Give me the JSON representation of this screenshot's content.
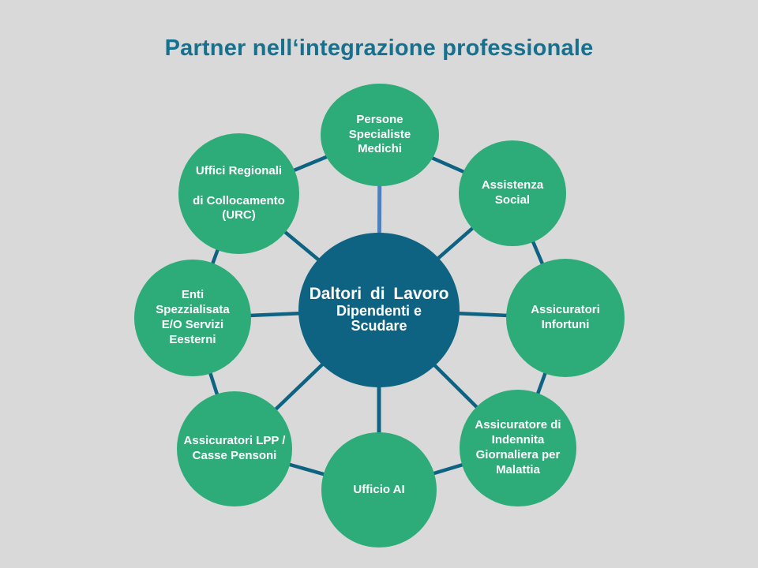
{
  "title": "Partner nell‘integrazione professionale",
  "diagram": {
    "center": {
      "line1": "Daltori di Lavoro",
      "line2": "Dipendenti e\nScudare"
    },
    "satellites": [
      {
        "label": "Persone\nSpecialiste\nMedichi"
      },
      {
        "label": "Assistenza\nSocial"
      },
      {
        "label": "Assicuratori\nInfortuni"
      },
      {
        "label": "Assicuratore di\nIndennita\nGiornaliera per\nMalattia"
      },
      {
        "label": "Ufficio AI"
      },
      {
        "label": "Assicuratori LPP /\nCasse Pensoni"
      },
      {
        "label": "Enti\nSpezzialisata\nE/O Servizi\nEesterni"
      },
      {
        "label": "Uffici Regionali\n\ndi Collocamento\n(URC)"
      }
    ],
    "colors": {
      "background": "#d9d9d9",
      "satellite_fill": "#2dab79",
      "center_fill": "#0e6382",
      "connector": "#0e6382",
      "top_spoke": "#4e81bb",
      "title_text": "#16708f",
      "label_text": "#ffffff"
    }
  }
}
